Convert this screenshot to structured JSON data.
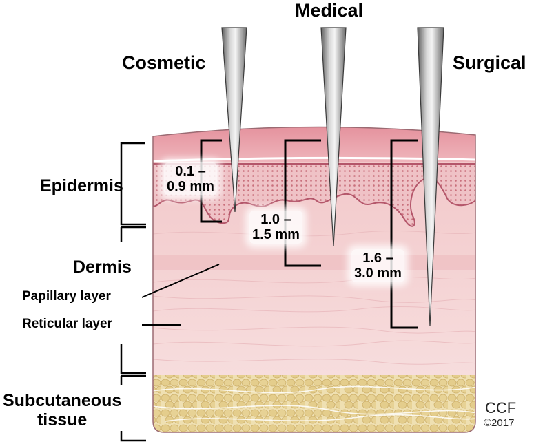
{
  "needles": {
    "cosmetic": "Cosmetic",
    "medical": "Medical",
    "surgical": "Surgical"
  },
  "depths": {
    "cosmetic": [
      "0.1 –",
      "0.9 mm"
    ],
    "medical": [
      "1.0 –",
      "1.5 mm"
    ],
    "surgical": [
      "1.6 –",
      "3.0 mm"
    ]
  },
  "layers": {
    "epidermis": "Epidermis",
    "dermis": "Dermis",
    "papillary": "Papillary layer",
    "reticular": "Reticular layer",
    "subcutaneous": [
      "Subcutaneous",
      "tissue"
    ]
  },
  "credit": {
    "org": "CCF",
    "year": "©2017"
  },
  "colors": {
    "epidermis": "#e8a3ac",
    "dermis": "#f3cfd0",
    "reticular": "#f6dcdc",
    "fat": "#ecdcaa",
    "fat_cell": "#e6d08e",
    "needle": "#9a9a9a"
  }
}
